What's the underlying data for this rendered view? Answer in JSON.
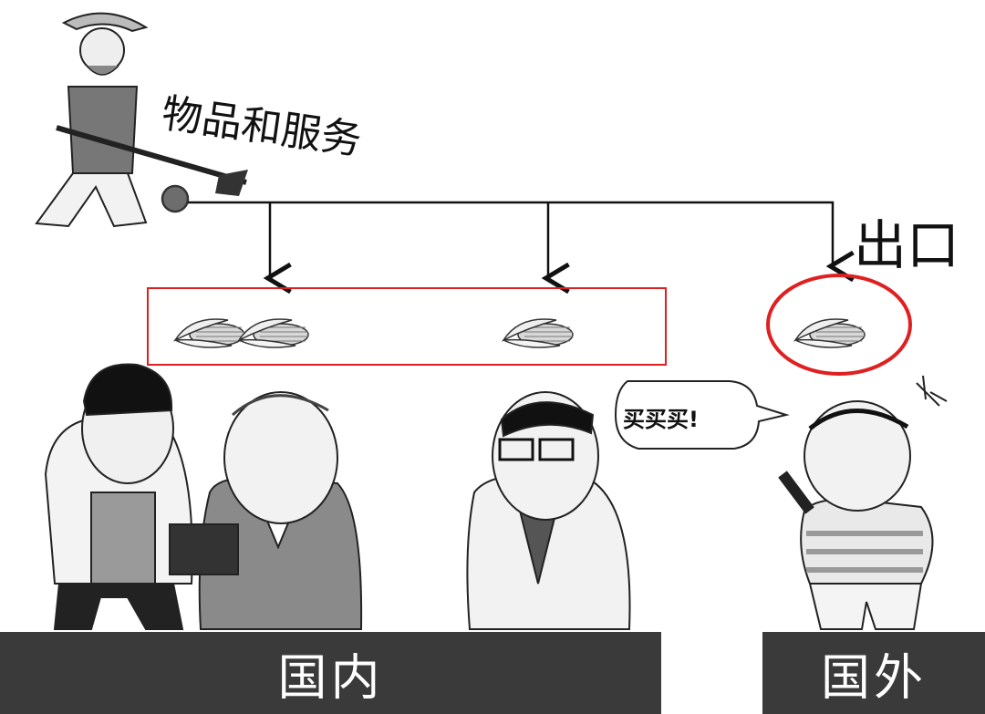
{
  "labels": {
    "goods_and_services": "物品和服务",
    "export": "出口",
    "speech": "买买买!",
    "domestic": "国内",
    "foreign": "国外"
  },
  "colors": {
    "highlight": "#e02020",
    "bar": "#3a3a3a",
    "bar_text": "#ffffff",
    "line": "#111111"
  },
  "icons": [
    "corn-icon",
    "farmer-figure",
    "person-figure",
    "speech-bubble"
  ]
}
